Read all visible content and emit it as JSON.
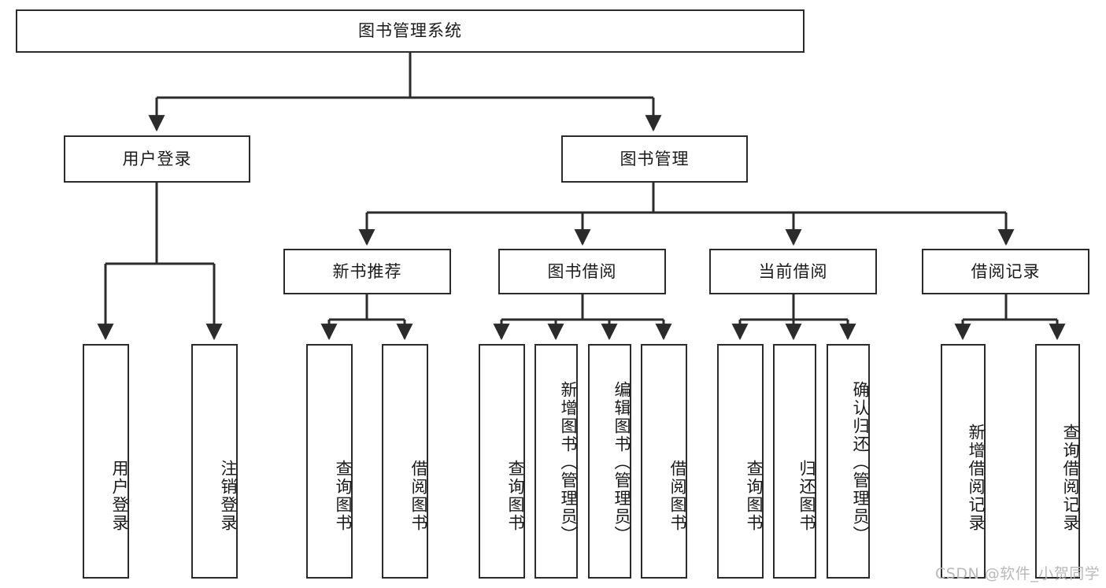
{
  "diagram": {
    "title": "图书管理系统",
    "type": "tree-hierarchy",
    "watermark": "CSDN @软件_小贺同学",
    "colors": {
      "stroke": "#2b2b2b",
      "fill": "#ffffff",
      "text": "#1a1a1a",
      "watermark": "#b9b9b9"
    },
    "nodes": {
      "root": {
        "label": "图书管理系统"
      },
      "level1": [
        {
          "label": "用户登录"
        },
        {
          "label": "图书管理"
        }
      ],
      "level2": [
        {
          "label": "新书推荐"
        },
        {
          "label": "图书借阅"
        },
        {
          "label": "当前借阅"
        },
        {
          "label": "借阅记录"
        }
      ],
      "leaves_user_login": [
        {
          "label": "用户登录"
        },
        {
          "label": "注销登录"
        }
      ],
      "leaves_new_book": [
        {
          "label": "查询图书"
        },
        {
          "label": "借阅图书"
        }
      ],
      "leaves_book_borrow": [
        {
          "label": "查询图书"
        },
        {
          "label": "新增图书（管理员）"
        },
        {
          "label": "编辑图书（管理员）"
        },
        {
          "label": "借阅图书"
        }
      ],
      "leaves_current_borrow": [
        {
          "label": "查询图书"
        },
        {
          "label": "归还图书"
        },
        {
          "label": "确认归还（管理员）"
        }
      ],
      "leaves_borrow_record": [
        {
          "label": "新增借阅记录"
        },
        {
          "label": "查询借阅记录"
        }
      ]
    }
  }
}
